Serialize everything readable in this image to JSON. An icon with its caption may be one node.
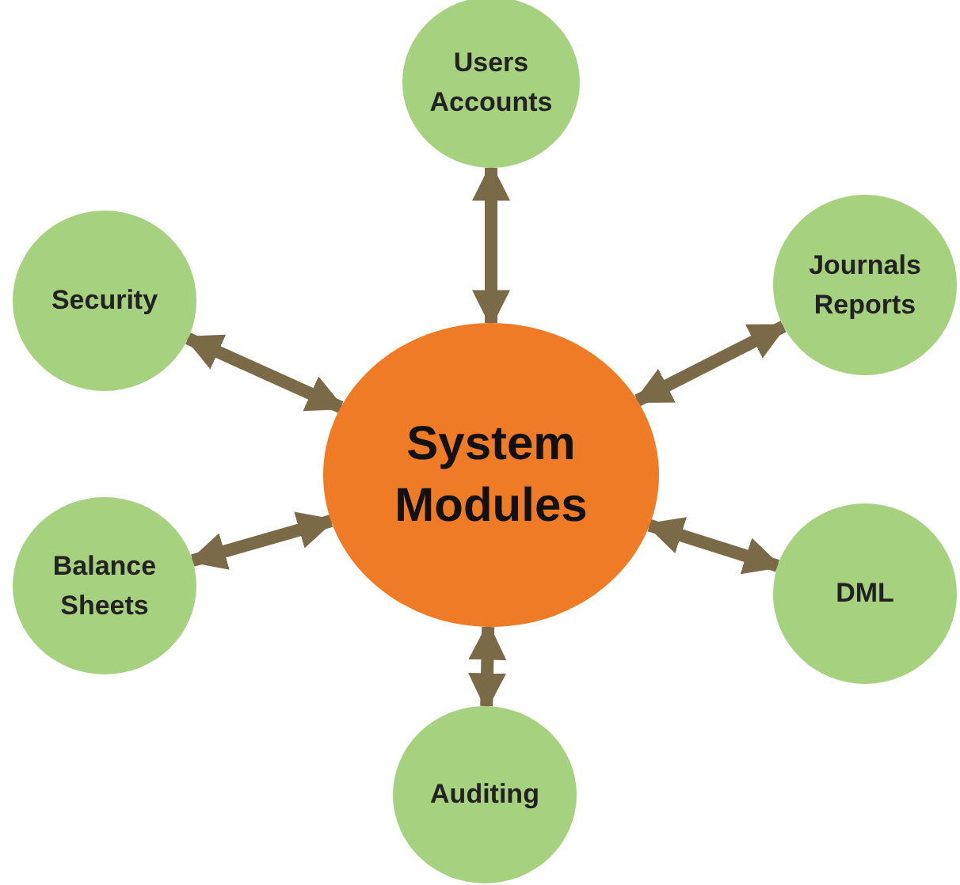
{
  "diagram": {
    "nodes": [
      {
        "text": [
          "Users Accounts"
        ]
      },
      {
        "text": [
          "Security"
        ]
      },
      {
        "text": [
          "Journals Reports"
        ]
      },
      {
        "text": [
          "System Modules"
        ]
      },
      {
        "text": [
          "Balance Sheets"
        ]
      },
      {
        "text": [
          "DML"
        ]
      },
      {
        "text": [
          "Auditing"
        ]
      }
    ],
    "edges": [
      {
        "from": 3,
        "to": 0,
        "arrow": "both"
      },
      {
        "from": 3,
        "to": 1,
        "arrow": "both"
      },
      {
        "from": 3,
        "to": 2,
        "arrow": "both"
      },
      {
        "from": 3,
        "to": 4,
        "arrow": "both"
      },
      {
        "from": 3,
        "to": 5,
        "arrow": "both"
      },
      {
        "from": 3,
        "to": 6,
        "arrow": "both"
      }
    ]
  }
}
